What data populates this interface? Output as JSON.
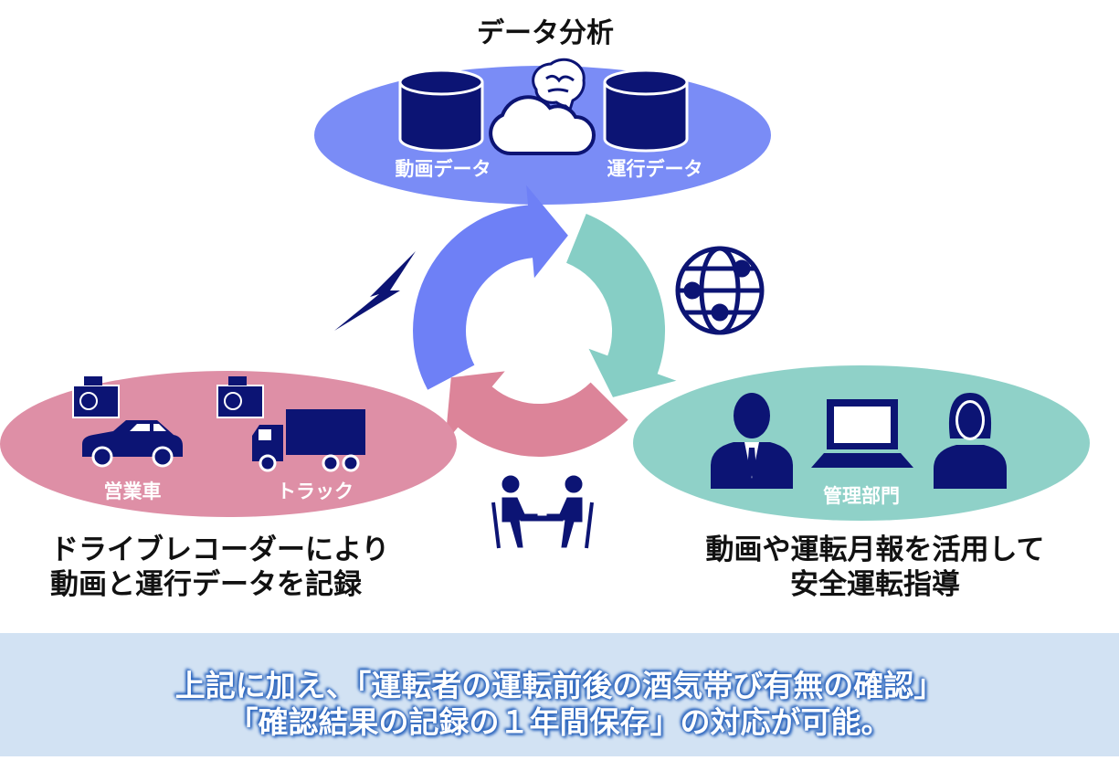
{
  "title": "データ分析",
  "top": {
    "left_label": "動画データ",
    "right_label": "運行データ"
  },
  "left": {
    "labels": [
      "営業車",
      "トラック"
    ],
    "caption": [
      "ドライブレコーダーにより",
      "動画と運行データを記録"
    ]
  },
  "right": {
    "label": "管理部門",
    "caption": [
      "動画や運転月報を活用して",
      "安全運転指導"
    ]
  },
  "bottom": {
    "lines": [
      "上記に加え、「運転者の運転前後の酒気帯び有無の確認」",
      "「確認結果の記録の１年間保存」の対応が可能。"
    ]
  },
  "colors": {
    "navy": "#0c1474",
    "blue": "#7a8cf6",
    "pink": "#de8fa6",
    "teal": "#8fd1c8",
    "band": "#d2e2f3"
  }
}
